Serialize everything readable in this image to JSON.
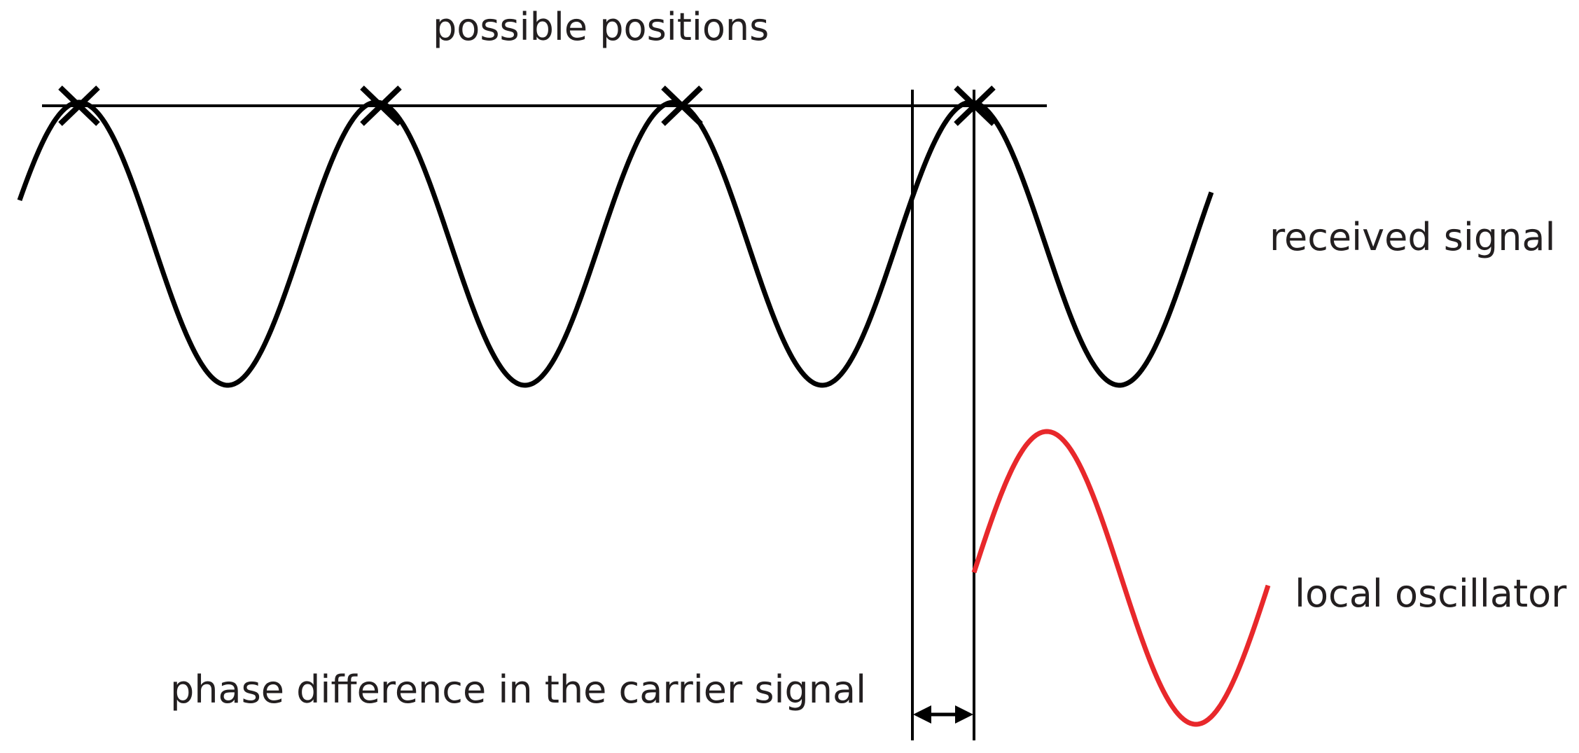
{
  "labels": {
    "possible_positions": "possible positions",
    "received_signal": "received signal",
    "local_oscillator": "local oscillator",
    "phase_difference": "phase difference in the carrier signal"
  },
  "colors": {
    "received_signal": "#000000",
    "local_oscillator": "#e8282b",
    "text": "#231f20",
    "lines": "#000000"
  },
  "markers": {
    "symbol": "cross",
    "count": 4
  },
  "icons": {
    "phase_arrow": "double-headed-arrow"
  }
}
